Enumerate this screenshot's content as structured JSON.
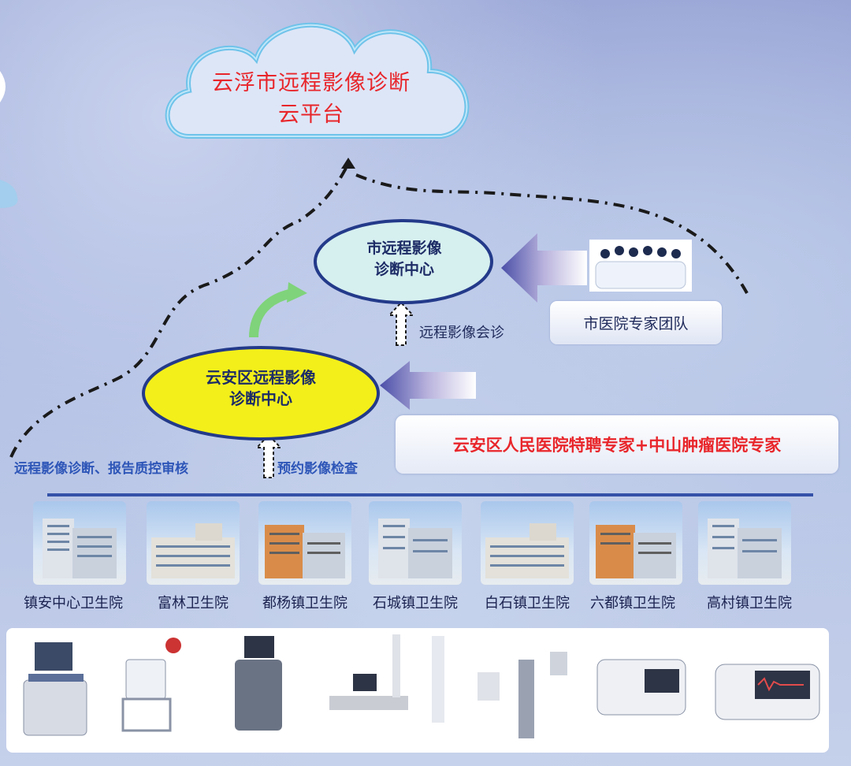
{
  "cloud": {
    "line1": "云浮市远程影像诊断",
    "line2": "云平台"
  },
  "city_center": {
    "line1": "市远程影像",
    "line2": "诊断中心"
  },
  "district_center": {
    "line1": "云安区远程影像",
    "line2": "诊断中心"
  },
  "labels": {
    "remote_consult": "远程影像会诊",
    "left_flow": "远程影像诊断、报告质控审核",
    "appointment": "预约影像检查"
  },
  "city_team": "市医院专家团队",
  "district_experts": "云安区人民医院特聘专家+中山肿瘤医院专家",
  "hospitals": [
    "镇安中心卫生院",
    "富林卫生院",
    "都杨镇卫生院",
    "石城镇卫生院",
    "白石镇卫生院",
    "六都镇卫生院",
    "高村镇卫生院"
  ],
  "colors": {
    "cloud_text": "#e8262b",
    "city_ellipse": "#d6efef",
    "district_ellipse": "#f3ef1a",
    "accent_blue": "#2e56b8"
  }
}
